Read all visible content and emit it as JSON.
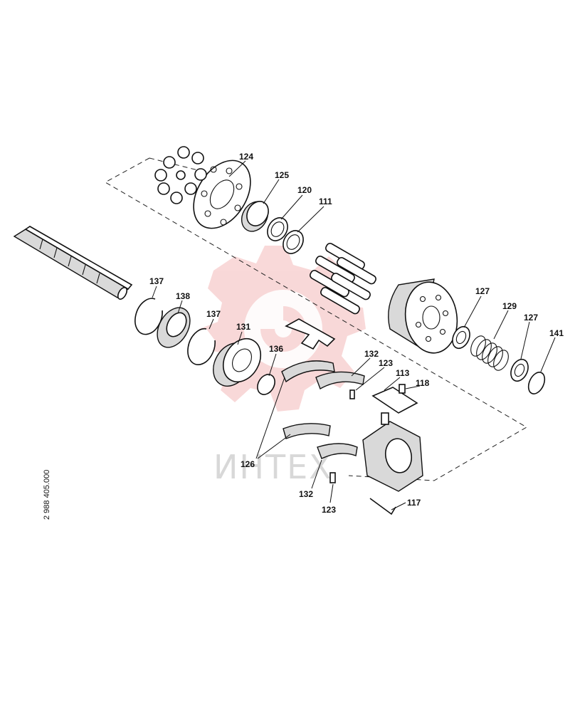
{
  "document_number": "2 988 405.000",
  "watermark": {
    "text": "ИНТЕХ",
    "color": "#f4b9b9"
  },
  "labels": [
    {
      "id": "l124",
      "text": "124"
    },
    {
      "id": "l125",
      "text": "125"
    },
    {
      "id": "l120",
      "text": "120"
    },
    {
      "id": "l111",
      "text": "111"
    },
    {
      "id": "l137a",
      "text": "137"
    },
    {
      "id": "l138",
      "text": "138"
    },
    {
      "id": "l137b",
      "text": "137"
    },
    {
      "id": "l131",
      "text": "131"
    },
    {
      "id": "l136",
      "text": "136"
    },
    {
      "id": "l132a",
      "text": "132"
    },
    {
      "id": "l123a",
      "text": "123"
    },
    {
      "id": "l113",
      "text": "113"
    },
    {
      "id": "l118",
      "text": "118"
    },
    {
      "id": "l127a",
      "text": "127"
    },
    {
      "id": "l129",
      "text": "129"
    },
    {
      "id": "l127b",
      "text": "127"
    },
    {
      "id": "l141",
      "text": "141"
    },
    {
      "id": "l126",
      "text": "126"
    },
    {
      "id": "l132b",
      "text": "132"
    },
    {
      "id": "l123b",
      "text": "123"
    },
    {
      "id": "l117",
      "text": "117"
    }
  ]
}
